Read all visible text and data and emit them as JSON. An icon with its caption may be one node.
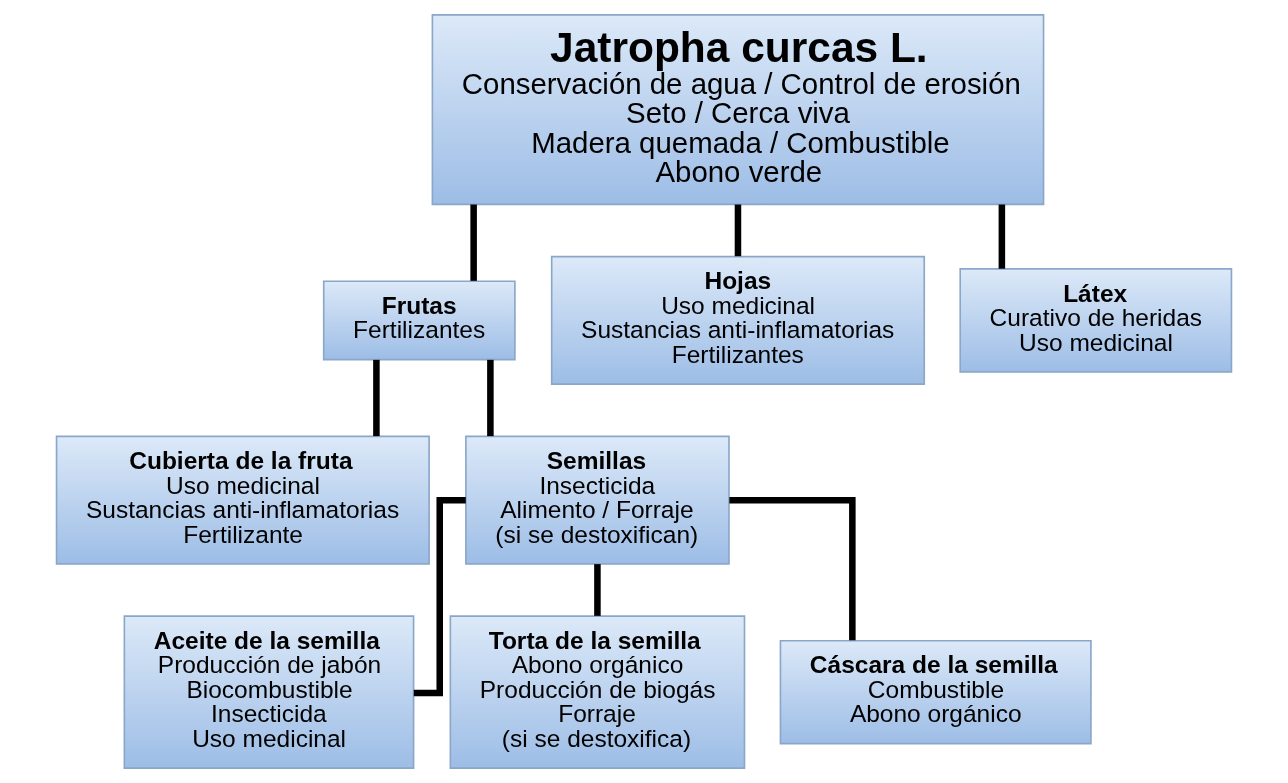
{
  "diagram": {
    "nodes": [
      {
        "text": [
          "Jatropha curcas L.",
          "Conservación de agua / Control de erosión",
          "Seto / Cerca viva",
          "Madera quemada / Combustible",
          "Abono verde"
        ]
      },
      {
        "text": [
          "Frutas",
          "Fertilizantes"
        ]
      },
      {
        "text": [
          "Hojas",
          "Uso medicinal",
          "Sustancias anti-inflamatorias",
          "Fertilizantes"
        ]
      },
      {
        "text": [
          "Látex",
          "Curativo de heridas",
          "Uso medicinal"
        ]
      },
      {
        "text": [
          "Cubierta de la fruta",
          "Uso medicinal",
          "Sustancias anti-inflamatorias",
          "Fertilizante"
        ]
      },
      {
        "text": [
          "Semillas",
          "Insecticida",
          "Alimento / Forraje",
          "(si se destoxifican)"
        ]
      },
      {
        "text": [
          "Aceite de la semilla",
          "Producción de jabón",
          "Biocombustible",
          "Insecticida",
          "Uso medicinal"
        ]
      },
      {
        "text": [
          "Torta de la semilla",
          "Abono orgánico",
          "Producción de biogás",
          "Forraje",
          "(si se destoxifica)"
        ]
      },
      {
        "text": [
          "Cáscara de la semilla",
          "Combustible",
          "Abono orgánico"
        ]
      }
    ],
    "edges": [
      {
        "from": 0,
        "to": 1,
        "arrow": "none"
      },
      {
        "from": 0,
        "to": 2,
        "arrow": "none"
      },
      {
        "from": 0,
        "to": 3,
        "arrow": "none"
      },
      {
        "from": 1,
        "to": 4,
        "arrow": "none"
      },
      {
        "from": 1,
        "to": 5,
        "arrow": "none"
      },
      {
        "from": 5,
        "to": 6,
        "arrow": "none"
      },
      {
        "from": 5,
        "to": 7,
        "arrow": "none"
      },
      {
        "from": 5,
        "to": 8,
        "arrow": "none"
      }
    ]
  }
}
